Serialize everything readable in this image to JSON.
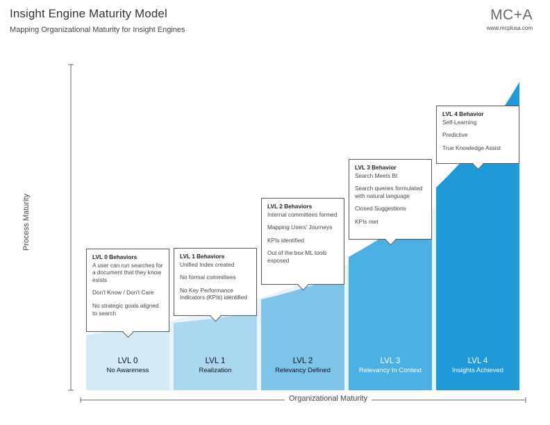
{
  "header": {
    "title": "Insight Engine Maturity Model",
    "subtitle": "Mapping Organizational Maturity for Insight Engines",
    "logo": "MC+A",
    "url": "www.mcplusa.com"
  },
  "axes": {
    "y_label": "Process Maturity",
    "x_label": "Organizational Maturity"
  },
  "colors": {
    "lvl0": "#d4ebf8",
    "lvl1": "#aad7f1",
    "lvl2": "#7ec4ea",
    "lvl3": "#4ab0e3",
    "lvl4": "#1f9ad9",
    "curve_fill": "#e8f3fa"
  },
  "levels": [
    {
      "name": "LVL 0",
      "sub": "No Awareness",
      "callout_title": "LVL 0 Behaviors",
      "items": [
        "A user can run searches for a document that they know exists",
        "Don't Know / Don't Care",
        "No strategic goals aligned to search"
      ]
    },
    {
      "name": "LVL 1",
      "sub": "Realization",
      "callout_title": "LVL 1 Behaviors",
      "items": [
        "Unified Index created",
        "No formal committees",
        "No Key Performance Indicators (KPIs) identified"
      ]
    },
    {
      "name": "LVL 2",
      "sub": "Relevancy Defined",
      "callout_title": "LVL 2 Behaviors",
      "items": [
        "Internal committees formed",
        "Mapping Users' Journeys",
        "KPIs identified",
        "Out of the box ML tools exposed"
      ]
    },
    {
      "name": "LVL 3",
      "sub": "Relevancy In Context",
      "callout_title": "LVL 3 Behavior",
      "items": [
        "Search Meets BI",
        "Search queries formulated with natural language",
        "Closed Suggestions",
        "KPIs met"
      ]
    },
    {
      "name": "LVL 4",
      "sub": "Insights Achieved",
      "callout_title": "LVL 4 Behavior",
      "items": [
        "Self-Learning",
        "Predictive",
        "True Knowledge Assist"
      ]
    }
  ]
}
